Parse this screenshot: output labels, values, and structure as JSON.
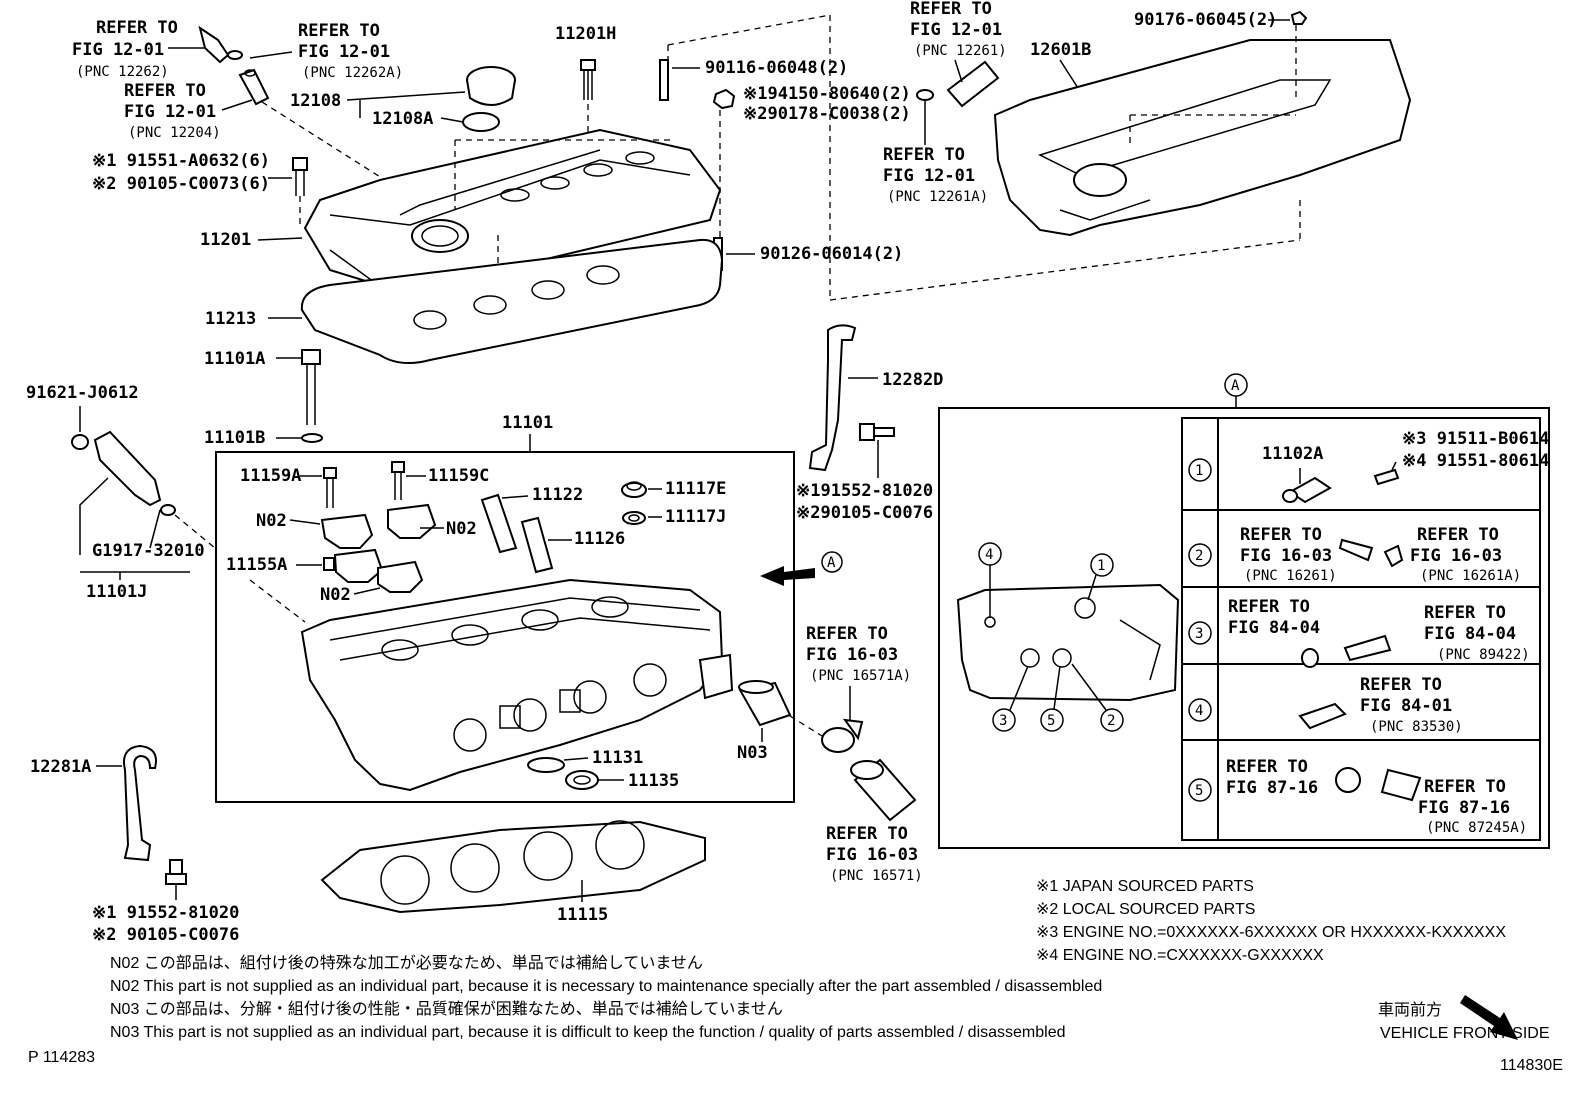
{
  "labels": {
    "ref_12262_a": "REFER TO",
    "ref_12262_b": "FIG 12-01",
    "ref_12262_c": "(PNC 12262)",
    "ref_12262A_a": "REFER TO",
    "ref_12262A_b": "FIG 12-01",
    "ref_12262A_c": "(PNC 12262A)",
    "ref_12204_a": "REFER TO",
    "ref_12204_b": "FIG 12-01",
    "ref_12204_c": "(PNC 12204)",
    "ref_12261_a": "REFER TO",
    "ref_12261_b": "FIG 12-01",
    "ref_12261_c": "(PNC 12261)",
    "ref_12261A_a": "REFER TO",
    "ref_12261A_b": "FIG 12-01",
    "ref_12261A_c": "(PNC 12261A)",
    "p11201H": "11201H",
    "p12108": "12108",
    "p12108A": "12108A",
    "p90116": "90116-06048(2)",
    "p194150": "※194150-80640(2)",
    "p290178": "※290178-C0038(2)",
    "p12601B": "12601B",
    "p90176": "90176-06045(2)",
    "p91551_1": "※1 91551-A0632(6)",
    "p90105_2": "※2 90105-C0073(6)",
    "p11201": "11201",
    "p90126": "90126-06014(2)",
    "p11213": "11213",
    "p11101A": "11101A",
    "p11101B": "11101B",
    "p12282D": "12282D",
    "p91621": "91621-J0612",
    "p11101": "11101",
    "p11159A": "11159A",
    "p11159C": "11159C",
    "p11122": "11122",
    "p11117E": "11117E",
    "p11117J": "11117J",
    "n02_a": "N02",
    "n02_b": "N02",
    "n02_c": "N02",
    "p11126": "11126",
    "p11155A": "11155A",
    "pG1917": "G1917-32010",
    "p11101J": "11101J",
    "p191552": "※191552-81020",
    "p290105": "※290105-C0076",
    "circleA1": "A",
    "circleA2": "A",
    "p11131": "11131",
    "p11135": "11135",
    "n03": "N03",
    "ref_16571A_a": "REFER TO",
    "ref_16571A_b": "FIG 16-03",
    "ref_16571A_c": "(PNC 16571A)",
    "ref_16571_a": "REFER TO",
    "ref_16571_b": "FIG 16-03",
    "ref_16571_c": "(PNC 16571)",
    "p12281A": "12281A",
    "p11115": "11115",
    "p91552_1": "※1 91552-81020",
    "p90105_2b": "※2 90105-C0076"
  },
  "detail": {
    "row1_num": "1",
    "row1_part": "11102A",
    "row1_s3": "※3 91511-B0614",
    "row1_s4": "※4 91551-80614",
    "row2_num": "2",
    "row2_l_a": "REFER TO",
    "row2_l_b": "FIG 16-03",
    "row2_l_c": "(PNC 16261)",
    "row2_r_a": "REFER TO",
    "row2_r_b": "FIG 16-03",
    "row2_r_c": "(PNC 16261A)",
    "row3_num": "3",
    "row3_l_a": "REFER TO",
    "row3_l_b": "FIG 84-04",
    "row3_r_a": "REFER TO",
    "row3_r_b": "FIG 84-04",
    "row3_r_c": "(PNC 89422)",
    "row4_num": "4",
    "row4_a": "REFER TO",
    "row4_b": "FIG 84-01",
    "row4_c": "(PNC 83530)",
    "row5_num": "5",
    "row5_l_a": "REFER TO",
    "row5_l_b": "FIG 87-16",
    "row5_r_a": "REFER TO",
    "row5_r_b": "FIG 87-16",
    "row5_r_c": "(PNC 87245A)",
    "c1": "1",
    "c2": "2",
    "c3": "3",
    "c4": "4",
    "c5": "5"
  },
  "legend": {
    "s1": "※1 JAPAN SOURCED PARTS",
    "s2": "※2 LOCAL SOURCED PARTS",
    "s3": "※3 ENGINE NO.=0XXXXXX-6XXXXXX OR HXXXXXX-KXXXXXX",
    "s4": "※4 ENGINE NO.=CXXXXXX-GXXXXXX"
  },
  "notes": {
    "n02_jp": "N02  この部品は、組付け後の特殊な加工が必要なため、単品では補給していません",
    "n02_en": "N02 This part is not supplied as an individual part, because it is necessary to maintenance specially after the part assembled / disassembled",
    "n03_jp": "N03  この部品は、分解・組付け後の性能・品質確保が困難なため、単品では補給していません",
    "n03_en": "N03 This part is not supplied as an individual part, because it is difficult to keep the function / quality of parts  assembled / disassembled"
  },
  "direction": {
    "jp": "車両前方",
    "en": "VEHICLE FRONT SIDE"
  },
  "footer": {
    "left": "P 114283",
    "right": "114830E"
  }
}
